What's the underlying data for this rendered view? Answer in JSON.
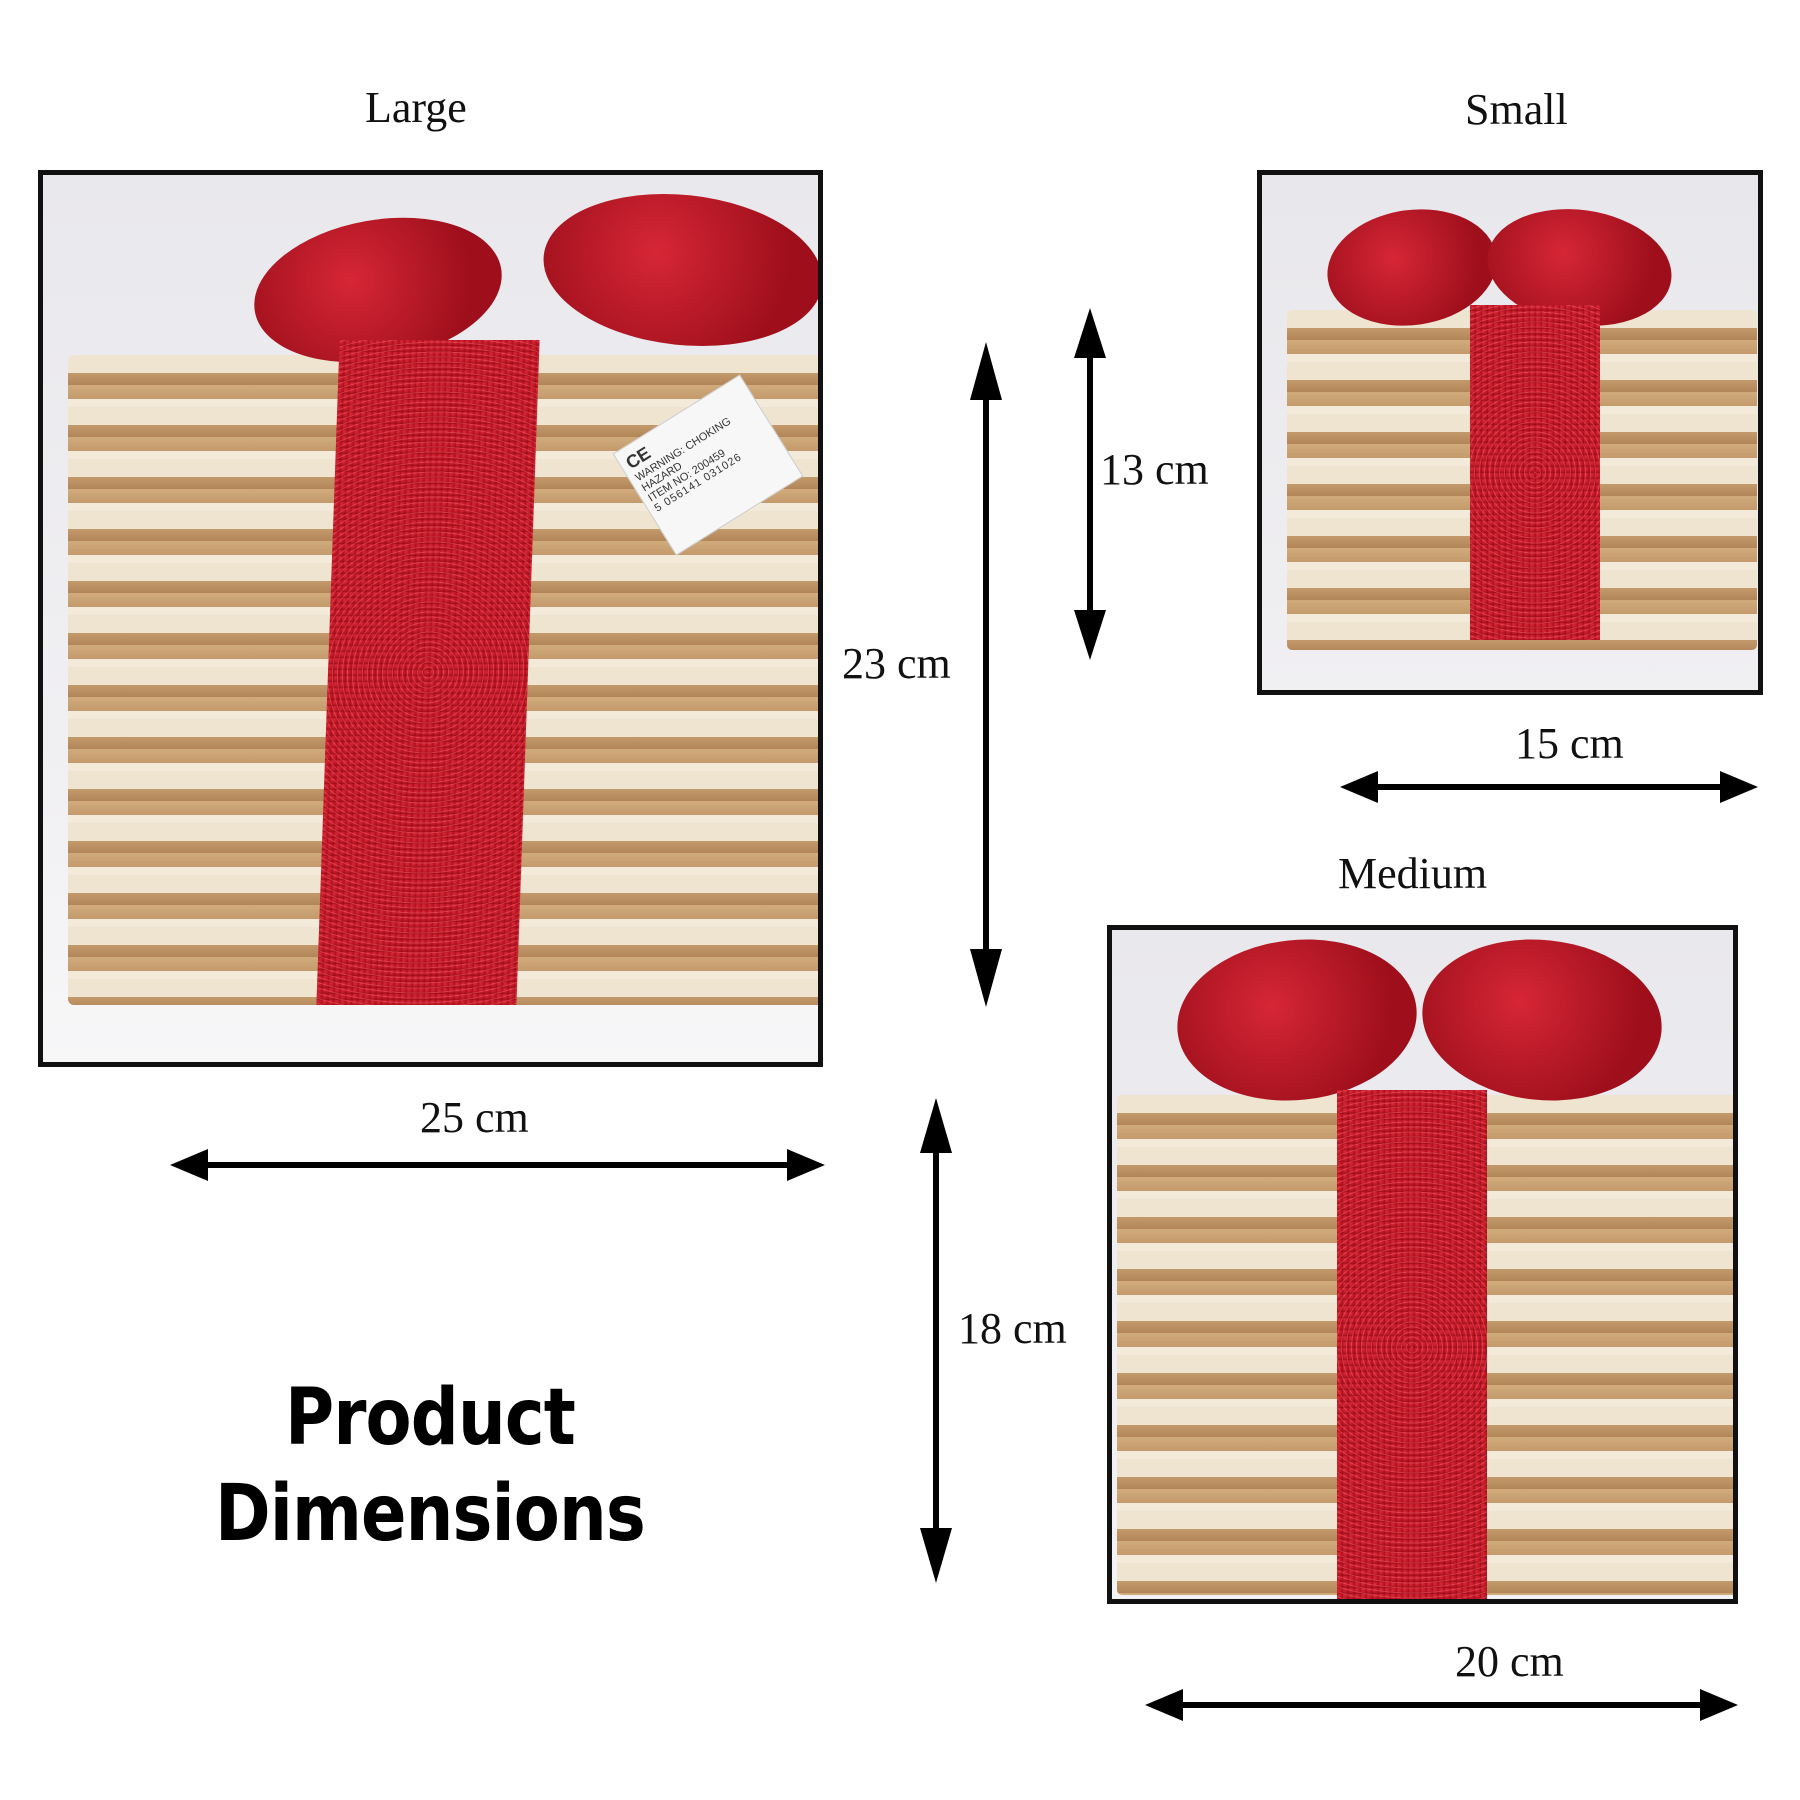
{
  "title": {
    "line1": "Product",
    "line2": "Dimensions"
  },
  "products": [
    {
      "name": "Large",
      "width": "25 cm",
      "height": "23 cm",
      "tag": {
        "mark": "CE",
        "warning": "WARNING: CHOKING HAZARD",
        "item_no": "ITEM NO: 200459",
        "barcode": "5 056141 031026"
      }
    },
    {
      "name": "Small",
      "width": "15 cm",
      "height": "13 cm"
    },
    {
      "name": "Medium",
      "width": "20 cm",
      "height": "18 cm"
    }
  ],
  "colors": {
    "ribbon_red": "#b5121f",
    "wicker_tan": "#c39a6c",
    "wicker_cream": "#efe4cf",
    "frame": "#111111",
    "background": "#ffffff"
  }
}
